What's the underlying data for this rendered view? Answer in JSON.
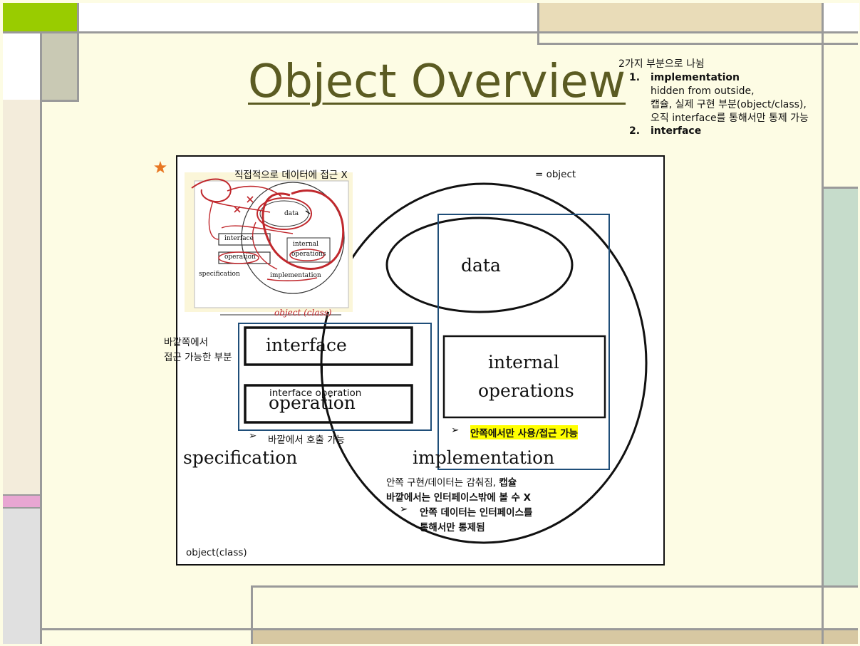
{
  "slide": {
    "title": "Object Overview",
    "top_note": {
      "heading": "2가지 부분으로 나뉨",
      "item1_num": "1.",
      "item1_title": "implementation",
      "item1_line1": "hidden from outside,",
      "item1_line2": "캡슐, 실제 구현 부분(object/class),",
      "item1_line3": "오직 interface를 통해서만 통제 가능",
      "item2_num": "2.",
      "item2_title": "interface"
    },
    "diagram": {
      "equals_object": "= object",
      "sketch": {
        "caption_top": "직접적으로 데이터에 접근 X",
        "data": "data",
        "interface": "interface",
        "operation": "operation",
        "internal": "internal",
        "operations": "operations",
        "specification": "specification",
        "implementation": "implementation",
        "handwritten": "object (class)"
      },
      "data": "data",
      "interface": "interface",
      "operation": "operation",
      "interface_operation_note": "interface operation",
      "internal_line1": "internal",
      "internal_line2": "operations",
      "specification": "specification",
      "implementation": "implementation",
      "outside_access_line1": "바깥쪽에서",
      "outside_access_line2": "접근 가능한 부분",
      "outside_call": "바깥에서 호출 가능",
      "inside_only": "안쪽에서만 사용/접근 가능",
      "hidden_line1_a": "안쪽 구현/데이터는 감춰짐, ",
      "hidden_line1_b": "캡슐",
      "hidden_line2": "바깥에서는 인터페이스밖에 볼 수 X",
      "control_line1": "안쪽 데이터는 인터페이스를",
      "control_line2": "통해서만 통제됨",
      "object_class": "object(class)",
      "bullet": "➢"
    },
    "colors": {
      "background": "#fdfce4",
      "title": "#5b5b22",
      "blue_box": "#1f4e79",
      "sketch_red": "#c0282d",
      "green_block": "#99cc00",
      "star": "#e87722"
    }
  }
}
